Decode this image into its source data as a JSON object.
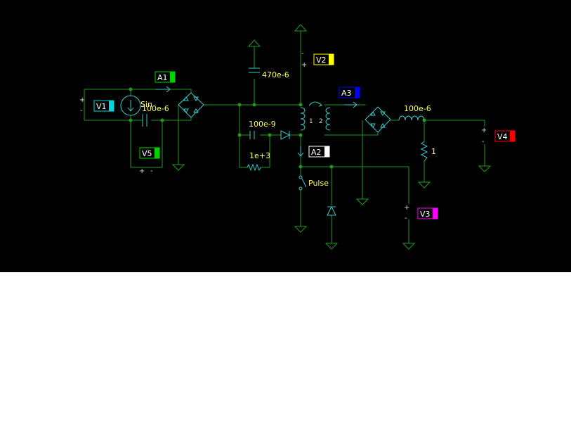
{
  "components": {
    "source_label": "Sin",
    "capacitor_input": "100e-6",
    "capacitor_bulk": "470e-6",
    "capacitor_snubber": "100e-9",
    "resistor_snubber": "1e+3",
    "inductor_output": "100e-6",
    "resistor_load": "1",
    "switch_label": "Pulse",
    "winding_primary": "1",
    "winding_secondary": "2"
  },
  "meters": [
    {
      "id": "A1",
      "color": "#00d000"
    },
    {
      "id": "V1",
      "color": "#00d8e0"
    },
    {
      "id": "V5",
      "color": "#00d000"
    },
    {
      "id": "V2",
      "color": "#ffff00"
    },
    {
      "id": "A3",
      "color": "#0000ff"
    },
    {
      "id": "A2",
      "color": "#ffffff"
    },
    {
      "id": "V4",
      "color": "#ff0000"
    },
    {
      "id": "V3",
      "color": "#ff00ff"
    }
  ],
  "polarity": {
    "plus": "+",
    "minus": "-"
  }
}
